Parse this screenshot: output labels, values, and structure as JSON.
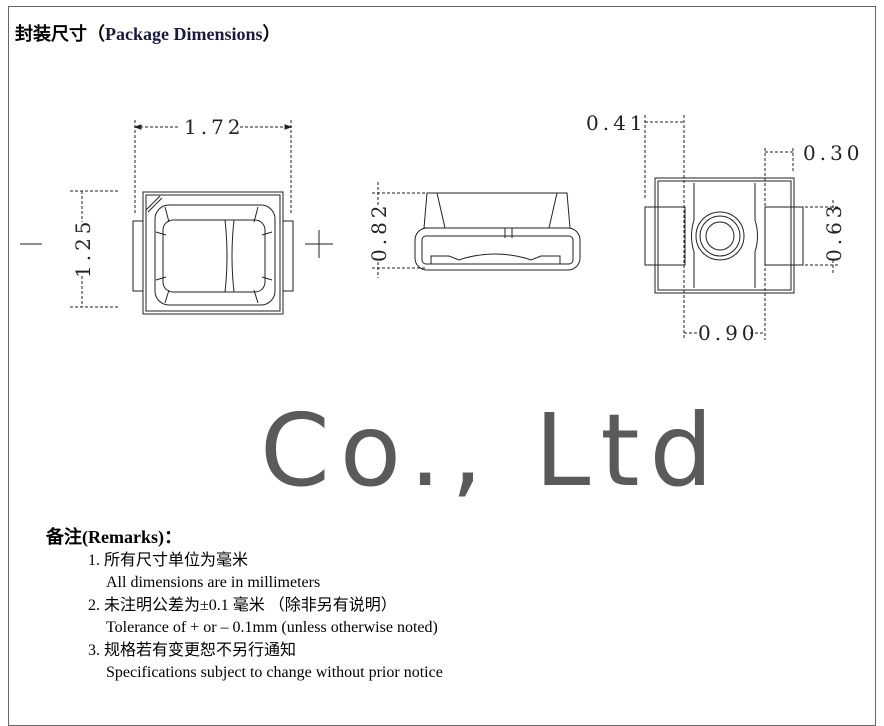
{
  "title": {
    "cn": "封装尺寸（",
    "en": "Package Dimensions",
    "close": "）"
  },
  "dimensions": {
    "top_width": "1.72",
    "top_height": "1.25",
    "side_height": "0.82",
    "bottom_pad_offset": "0.41",
    "bottom_pad_width": "0.30",
    "bottom_pad_height": "0.63",
    "bottom_pad_gap": "0.90",
    "polarity_minus": "—",
    "polarity_plus": "+"
  },
  "remarks": {
    "heading": "备注(Remarks)：",
    "items": [
      {
        "cn": "1. 所有尺寸单位为毫米",
        "en": "All dimensions are in millimeters"
      },
      {
        "cn": "2.  未注明公差为±0.1 毫米 （除非另有说明）",
        "en": "Tolerance of + or – 0.1mm (unless otherwise noted)"
      },
      {
        "cn": "3.  规格若有变更恕不另行通知",
        "en": "Specifications subject to change without prior notice"
      }
    ]
  },
  "watermark": "Co., Ltd",
  "colors": {
    "line": "#222222",
    "watermark": "#5a5a5a"
  }
}
